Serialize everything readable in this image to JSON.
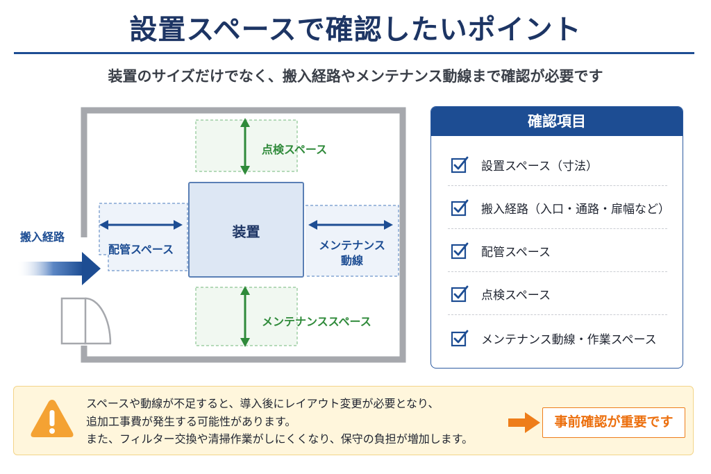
{
  "title": "設置スペースで確認したいポイント",
  "subtitle": "装置のサイズだけでなく、搬入経路やメンテナンス動線まで確認が必要です",
  "diagram": {
    "entry_label": "搬入経路",
    "device_label": "装置",
    "inspection_label": "点検スペース",
    "piping_label": "配管スペース",
    "maintenance_route_line1": "メンテナンス",
    "maintenance_route_line2": "動線",
    "maintenance_space_label": "メンテナンススペース"
  },
  "checklist": {
    "header": "確認項目",
    "items": [
      "設置スペース（寸法）",
      "搬入経路（入口・通路・扉幅など）",
      "配管スペース",
      "点検スペース",
      "メンテナンス動線・作業スペース"
    ]
  },
  "warning": {
    "lines": [
      "スペースや動線が不足すると、導入後にレイアウト変更が必要となり、",
      "追加工事費が発生する可能性があります。",
      "また、フィルター交換や清掃作業がしにくくなり、保守の負担が増加します。"
    ],
    "cta": "事前確認が重要です"
  },
  "colors": {
    "navy": "#1d3564",
    "blue": "#1d4d93",
    "green": "#2f8a3a",
    "orange": "#ee7d1a",
    "warning_bg": "#fff6dc"
  }
}
